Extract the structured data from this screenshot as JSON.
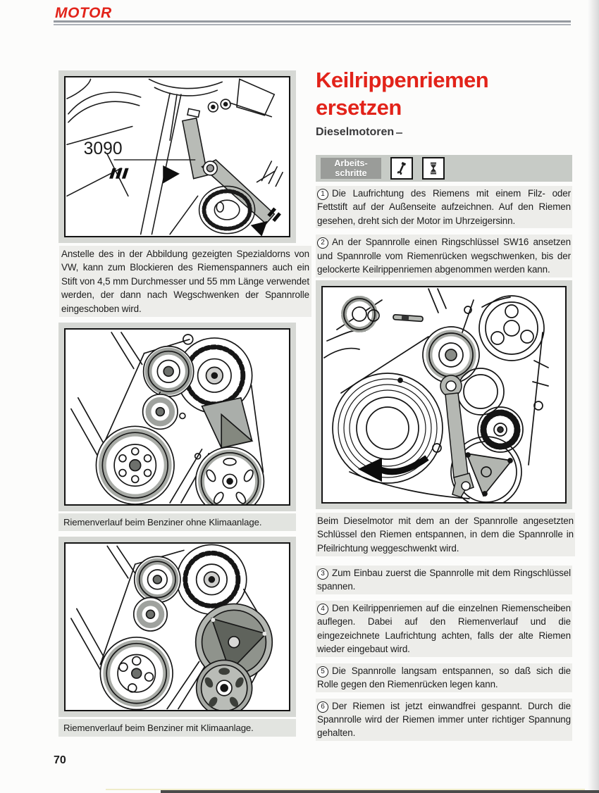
{
  "page": {
    "header": "MOTOR",
    "page_number": "70"
  },
  "left_column": {
    "figure_tool": {
      "label": "3090"
    },
    "intro_text": "Anstelle des in der Abbildung gezeigten Spezialdorns von VW, kann zum Blockieren des Riemenspanners auch ein Stift von 4,5 mm Durchmesser und 55 mm Länge verwendet werden, der dann nach Wegschwenken der Spannrolle eingeschoben wird.",
    "caption_no_ac": "Riemenverlauf beim Benziner ohne Klimaanlage.",
    "caption_with_ac": "Riemenverlauf beim Benziner mit Klimaanlage."
  },
  "right_column": {
    "title_line1": "Keilrippenriemen",
    "title_line2": "ersetzen",
    "subtitle": "Dieselmotoren",
    "work_steps_badge": {
      "line1": "Arbeits-",
      "line2": "schritte"
    },
    "icons": [
      "wrench-icon",
      "ribbed-belt-icon"
    ],
    "steps_before_figure": [
      {
        "num": "1",
        "text": "Die Laufrichtung des Riemens mit einem Filz- oder Fettstift auf der Außenseite aufzeichnen. Auf den Riemen gesehen, dreht sich der Motor im Uhrzeigersinn."
      },
      {
        "num": "2",
        "text": "An der Spannrolle einen Ringschlüssel SW16 ansetzen und Spannrolle vom Riemenrücken wegschwenken, bis der gelockerte Keilrippenriemen abgenommen werden kann."
      }
    ],
    "figure_caption": "Beim Dieselmotor mit dem an der Spannrolle angesetzten Schlüssel den Riemen entspannen, in dem die Spannrolle in Pfeilrichtung weggeschwenkt wird.",
    "steps_after_figure": [
      {
        "num": "3",
        "text": "Zum Einbau zuerst die Spannrolle mit dem Ringschlüssel spannen."
      },
      {
        "num": "4",
        "text": "Den Keilrippenriemen auf die einzelnen Riemenscheiben auflegen. Dabei auf den Riemenverlauf und die eingezeichnete Laufrichtung achten, falls der alte Riemen wieder eingebaut wird."
      },
      {
        "num": "5",
        "text": "Die Spannrolle langsam entspannen, so daß sich die Rolle gegen den Riemenrücken legen kann."
      },
      {
        "num": "6",
        "text": "Der Riemen ist jetzt einwandfrei gespannt. Durch die Spannrolle wird der Riemen immer unter richtiger Spannung gehalten."
      }
    ]
  },
  "colors": {
    "accent_red": "#e2231a",
    "bar_gray": "#c7cbc6",
    "badge_gray": "#9a9c99",
    "matte_gray": "#d6d8d4",
    "text": "#1c1c1c"
  }
}
